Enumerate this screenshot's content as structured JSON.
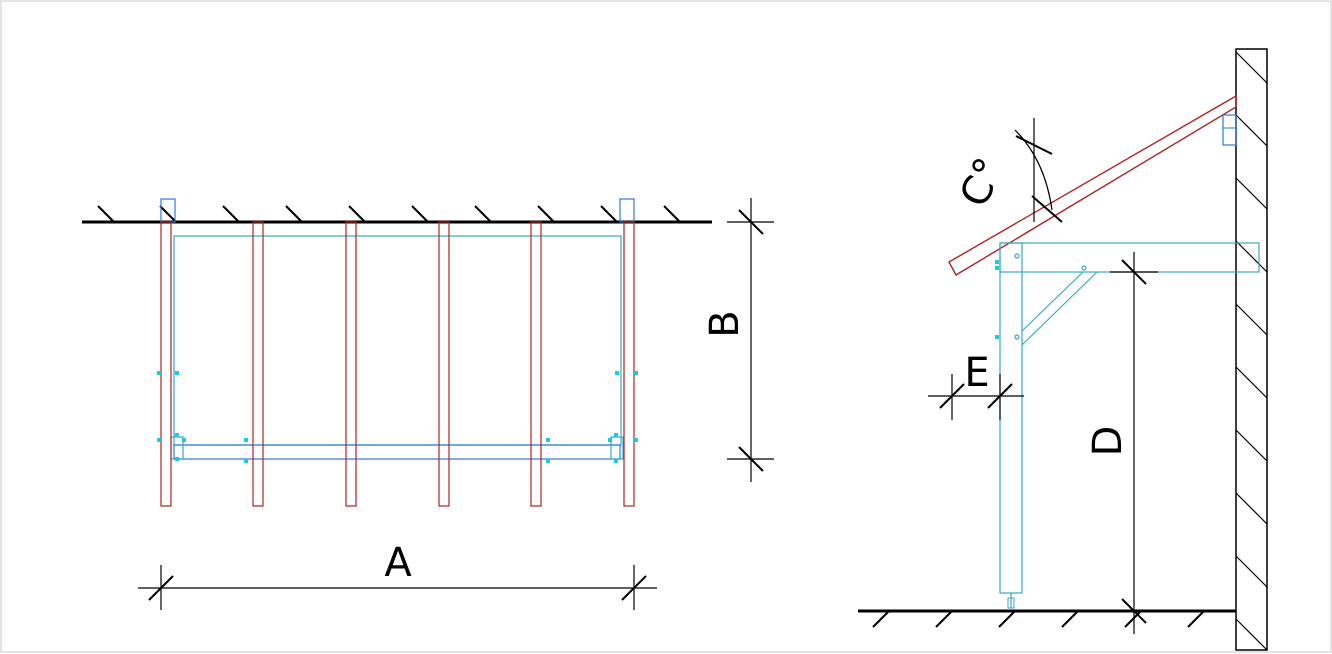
{
  "colors": {
    "structure": "#000000",
    "rafter": "#b22222",
    "frame": "#3aa6c8",
    "beam": "#2b7bd8",
    "marker": "#1ec8e0",
    "border": "#c8c8c8"
  },
  "dimensions": {
    "a": "A",
    "b": "B",
    "c": "C°",
    "d": "D",
    "e": "E"
  }
}
